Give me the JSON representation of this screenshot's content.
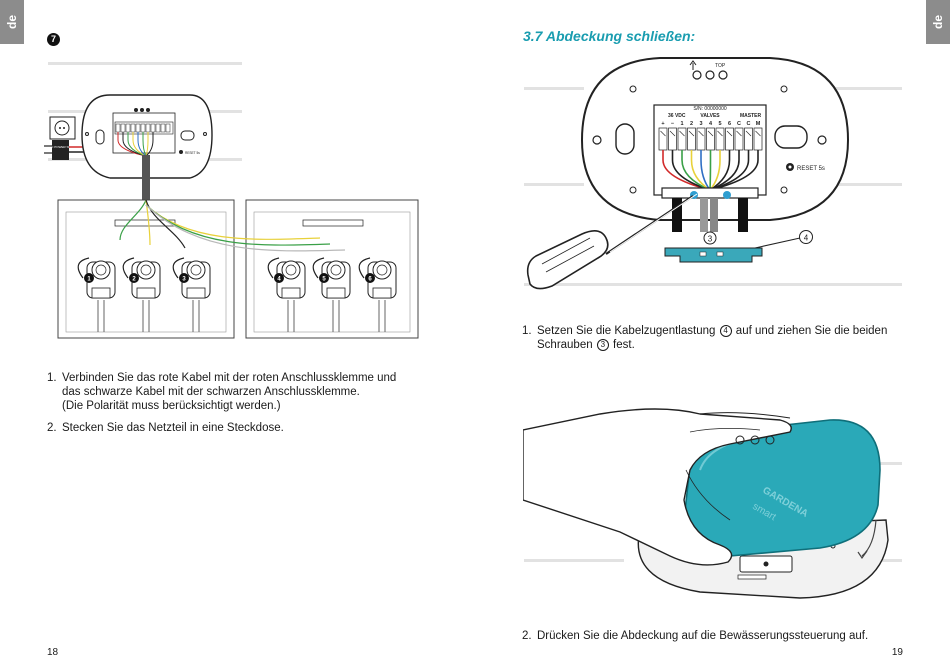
{
  "left_page": {
    "lang_tab": "de",
    "step_badge": "7",
    "diagram": {
      "device_label": "36 VDC POWER SUPPLY",
      "reset_label": "RESET 5s",
      "valve_numbers": [
        "1",
        "2",
        "3",
        "4",
        "5",
        "6"
      ]
    },
    "instructions": [
      {
        "num": "1.",
        "lines": [
          "Verbinden Sie das rote Kabel mit der roten Anschlussklemme und",
          "das schwarze Kabel mit der schwarzen Anschlussklemme.",
          "(Die Polarität muss berücksichtigt werden.)"
        ]
      },
      {
        "num": "2.",
        "lines": [
          "Stecken Sie das Netzteil in eine Steckdose."
        ]
      }
    ],
    "page_number": "18"
  },
  "right_page": {
    "lang_tab": "de",
    "title": "3.7 Abdeckung schließen:",
    "diagram": {
      "top_label": "TOP",
      "serial": "S/N: 00000000",
      "vdc_label": "36 VDC",
      "valves_label": "VALVES",
      "master_label": "MASTER",
      "terminal_labels": [
        "+",
        "−",
        "1",
        "2",
        "3",
        "4",
        "5",
        "6",
        "C",
        "C",
        "M"
      ],
      "reset_label": "RESET 5s",
      "callout_3": "3",
      "callout_4": "4"
    },
    "photo": {
      "brand_label": "GARDENA",
      "sub_label": "smart"
    },
    "instruction1": {
      "num": "1.",
      "line1_before": "Setzen Sie die Kabelzugentlastung",
      "ref_a": "4",
      "line1_after": "auf und ziehen Sie die beiden",
      "line2_before": "Schrauben",
      "ref_b": "3",
      "line2_after": "fest."
    },
    "instruction2": {
      "num": "2.",
      "text": "Drücken Sie die Abdeckung auf die Bewässerungssteuerung auf."
    },
    "page_number": "19"
  },
  "colors": {
    "accent": "#1a9db0",
    "text": "#1a1a1a",
    "tab_gray": "#8c8c8c",
    "wire_red": "#d22a2a",
    "wire_green": "#3aa047",
    "wire_yellow": "#e8d13a",
    "wire_blue": "#2f6fc4",
    "cover_teal": "#2aa9b8"
  }
}
